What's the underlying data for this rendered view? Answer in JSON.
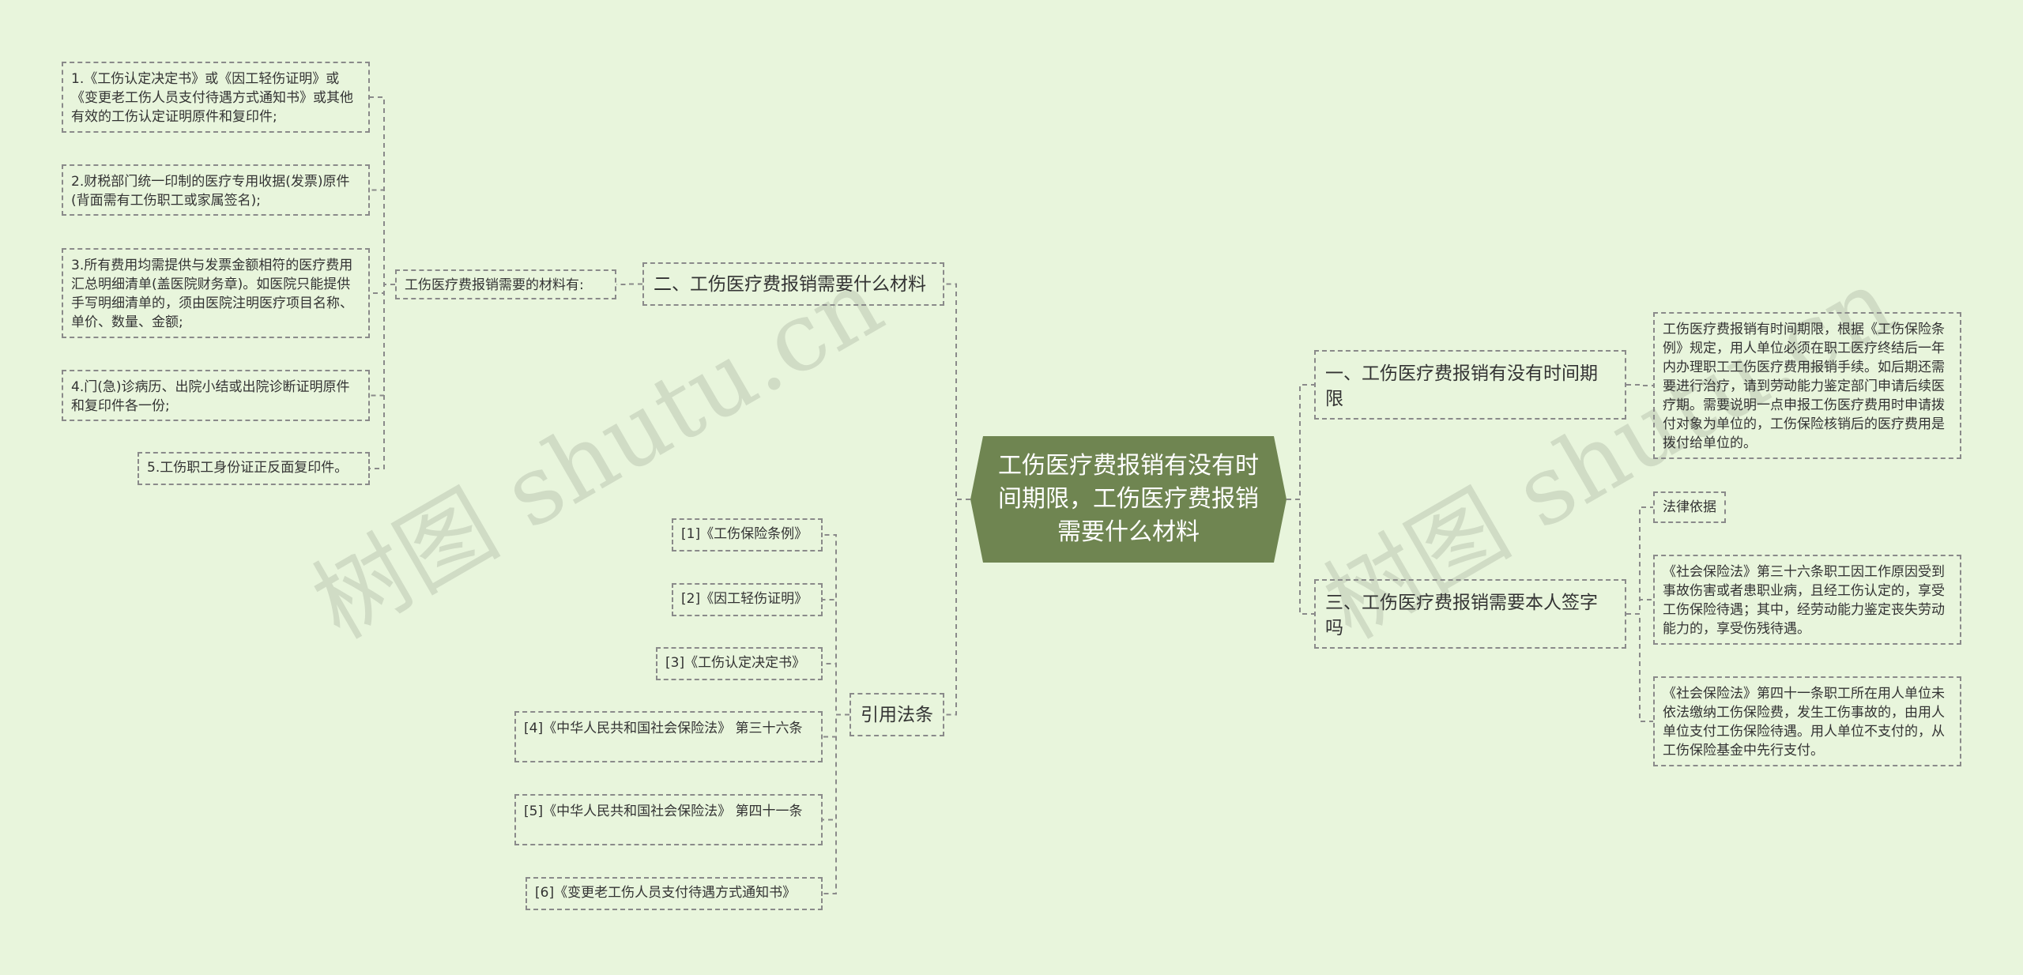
{
  "root": {
    "title": "工伤医疗费报销有没有时间期限，工伤医疗费报销需要什么材料"
  },
  "branches": {
    "b1": {
      "title": "一、工伤医疗费报销有没有时间期限",
      "detail": "工伤医疗费报销有时间期限，根据《工伤保险条例》规定，用人单位必须在职工医疗终结后一年内办理职工工伤医疗费用报销手续。如后期还需要进行治疗，请到劳动能力鉴定部门申请后续医疗期。需要说明一点申报工伤医疗费用时申请拨付对象为单位的，工伤保险核销后的医疗费用是拨付给单位的。"
    },
    "b2": {
      "title": "二、工伤医疗费报销需要什么材料",
      "sub": "工伤医疗费报销需要的材料有:",
      "items": [
        "1.《工伤认定决定书》或《因工轻伤证明》或《变更老工伤人员支付待遇方式通知书》或其他有效的工伤认定证明原件和复印件;",
        "2.财税部门统一印制的医疗专用收据(发票)原件(背面需有工伤职工或家属签名);",
        "3.所有费用均需提供与发票金额相符的医疗费用汇总明细清单(盖医院财务章)。如医院只能提供手写明细清单的，须由医院注明医疗项目名称、单价、数量、金额;",
        "4.门(急)诊病历、出院小结或出院诊断证明原件和复印件各一份;",
        "5.工伤职工身份证正反面复印件。"
      ]
    },
    "b3": {
      "title": "三、工伤医疗费报销需要本人签字吗",
      "label": "法律依据",
      "items": [
        "《社会保险法》第三十六条职工因工作原因受到事故伤害或者患职业病，且经工伤认定的，享受工伤保险待遇；其中，经劳动能力鉴定丧失劳动能力的，享受伤残待遇。",
        "《社会保险法》第四十一条职工所在用人单位未依法缴纳工伤保险费，发生工伤事故的，由用人单位支付工伤保险待遇。用人单位不支付的，从工伤保险基金中先行支付。"
      ]
    },
    "b4": {
      "title": "引用法条",
      "items": [
        "[1]《工伤保险条例》",
        "[2]《因工轻伤证明》",
        "[3]《工伤认定决定书》",
        "[4]《中华人民共和国社会保险法》 第三十六条",
        "[5]《中华人民共和国社会保险法》 第四十一条",
        "[6]《变更老工伤人员支付待遇方式通知书》"
      ]
    }
  },
  "watermark": "树图 shutu.cn",
  "colors": {
    "background": "#e8f5dc",
    "root": "#6f8551",
    "line": "#8a8a8a"
  }
}
